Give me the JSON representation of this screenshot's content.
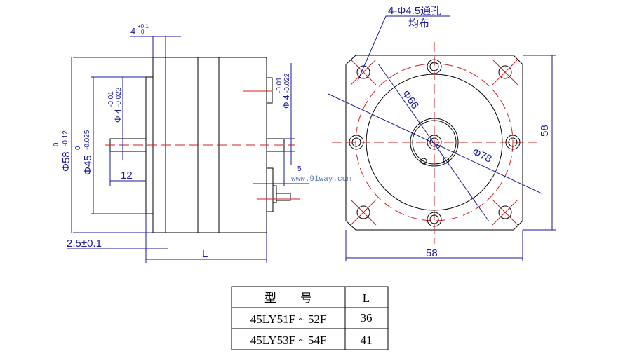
{
  "side_view": {
    "dim_flange_thickness": "4",
    "dim_flange_tol_upper": "+0.1",
    "dim_flange_tol_lower": "0",
    "dim_body_dia": "Φ58",
    "dim_body_dia_tol_upper": "0",
    "dim_body_dia_tol_lower": "-0.12",
    "dim_pilot_dia": "Φ45",
    "dim_pilot_dia_tol_upper": "0",
    "dim_pilot_dia_tol_lower": "-0.025",
    "dim_shaft_dia": "Φ 4",
    "dim_shaft_tol_upper": "-0.01",
    "dim_shaft_tol_lower": "-0.022",
    "dim_rear_shaft_dia": "Φ 4",
    "dim_rear_shaft_tol_upper": "-0.01",
    "dim_rear_shaft_tol_lower": "-0.022",
    "dim_shaft_length": "12",
    "dim_pilot_height": "2.5±0.1",
    "dim_length": "L",
    "dim_rear_small": "5"
  },
  "front_view": {
    "hole_note_line1": "4-Φ4.5通孔",
    "hole_note_line2": "均布",
    "dim_circle_66": "Φ66",
    "dim_circle_78": "Φ78",
    "dim_width": "58",
    "dim_height": "58"
  },
  "watermark": "www.91way.com",
  "table": {
    "headers": [
      "型　　号",
      "L"
    ],
    "rows": [
      {
        "model": "45LY51F ~ 52F",
        "L": "36"
      },
      {
        "model": "45LY53F ~ 54F",
        "L": "41"
      }
    ]
  }
}
